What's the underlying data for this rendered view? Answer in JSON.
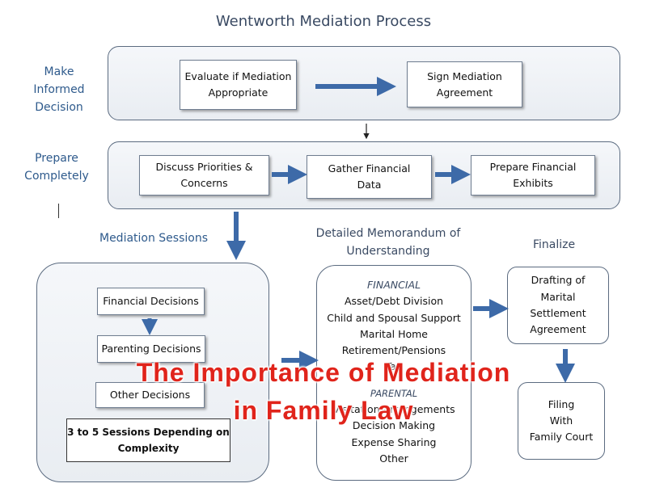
{
  "title": "Wentworth Mediation Process",
  "stages": {
    "make_decision": "Make\nInformed\nDecision",
    "prepare": "Prepare\nCompletely",
    "mediation_sessions": "Mediation Sessions",
    "memorandum": "Detailed Memorandum of\nUnderstanding",
    "finalize": "Finalize"
  },
  "row1": {
    "evaluate": "Evaluate if Mediation\nAppropriate",
    "sign": "Sign Mediation\nAgreement"
  },
  "row2": {
    "discuss": "Discuss Priorities &\nConcerns",
    "gather": "Gather Financial\nData",
    "prepare_exhibits": "Prepare Financial\nExhibits"
  },
  "sessions": {
    "financial": "Financial Decisions",
    "parenting": "Parenting Decisions",
    "other": "Other Decisions",
    "count_note": "3 to 5 Sessions Depending on\nComplexity"
  },
  "memorandum": {
    "financial_heading": "FINANCIAL",
    "financial_items": [
      "Asset/Debt Division",
      "Child and Spousal Support",
      "Marital Home",
      "Retirement/Pensions",
      "Tax"
    ],
    "parental_heading": "PARENTAL",
    "parental_items": [
      "Visitation Arrangements",
      "Decision Making",
      "Expense Sharing",
      "Other"
    ]
  },
  "finalize": {
    "drafting": "Drafting of\nMarital\nSettlement\nAgreement",
    "filing": "Filing\nWith\nFamily Court"
  },
  "overlay": {
    "line1": "The Importance of Mediation",
    "line2": "in Family Law"
  },
  "colors": {
    "arrow": "#3d6aa8",
    "overlay_text": "#e0241b",
    "label_text": "#2e5a8c"
  }
}
